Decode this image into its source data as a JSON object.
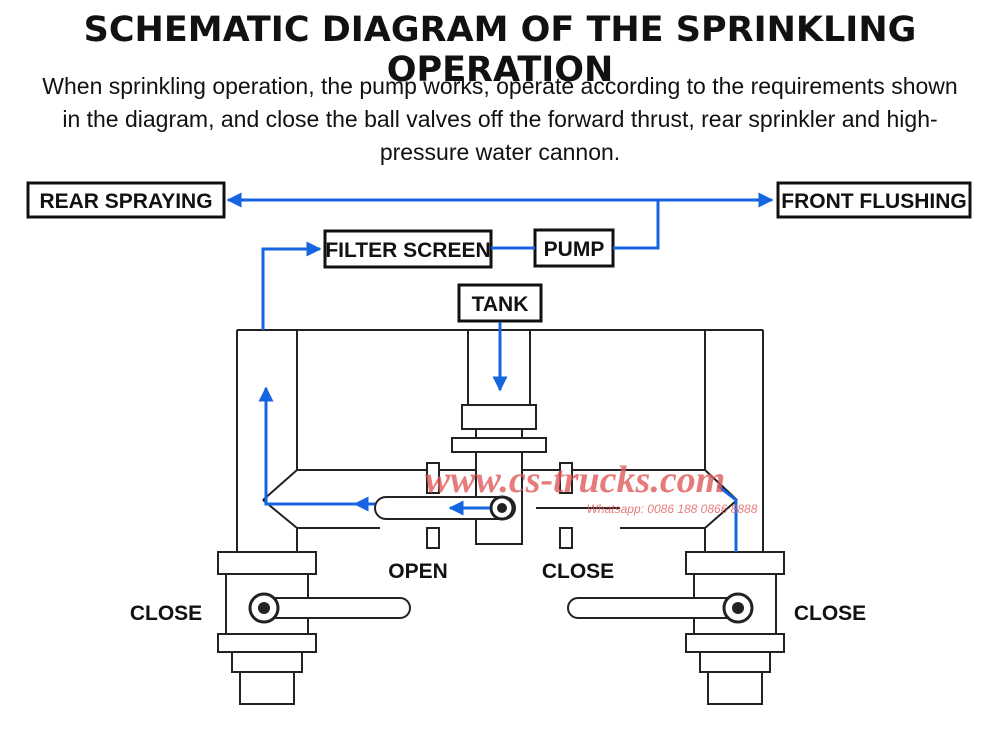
{
  "title": "SCHEMATIC DIAGRAM OF THE SPRINKLING OPERATION",
  "description": "When sprinkling operation, the pump works, operate according to the requirements shown in the diagram, and close the ball valves off the forward thrust, rear sprinkler and high-pressure water cannon.",
  "nodes": {
    "rear_spraying": "REAR SPRAYING",
    "front_flushing": "FRONT FLUSHING",
    "filter_screen": "FILTER SCREEN",
    "pump": "PUMP",
    "tank": "TANK"
  },
  "valves": {
    "center_left": "OPEN",
    "center_right": "CLOSE",
    "left": "CLOSE",
    "right": "CLOSE"
  },
  "watermark": {
    "site": "www.cs-trucks.com",
    "contact": "Whatsapp: 0086 188 0866 8888"
  },
  "colors": {
    "flow": "#1565e0",
    "line": "#222222",
    "watermark": "#e05a5a"
  }
}
